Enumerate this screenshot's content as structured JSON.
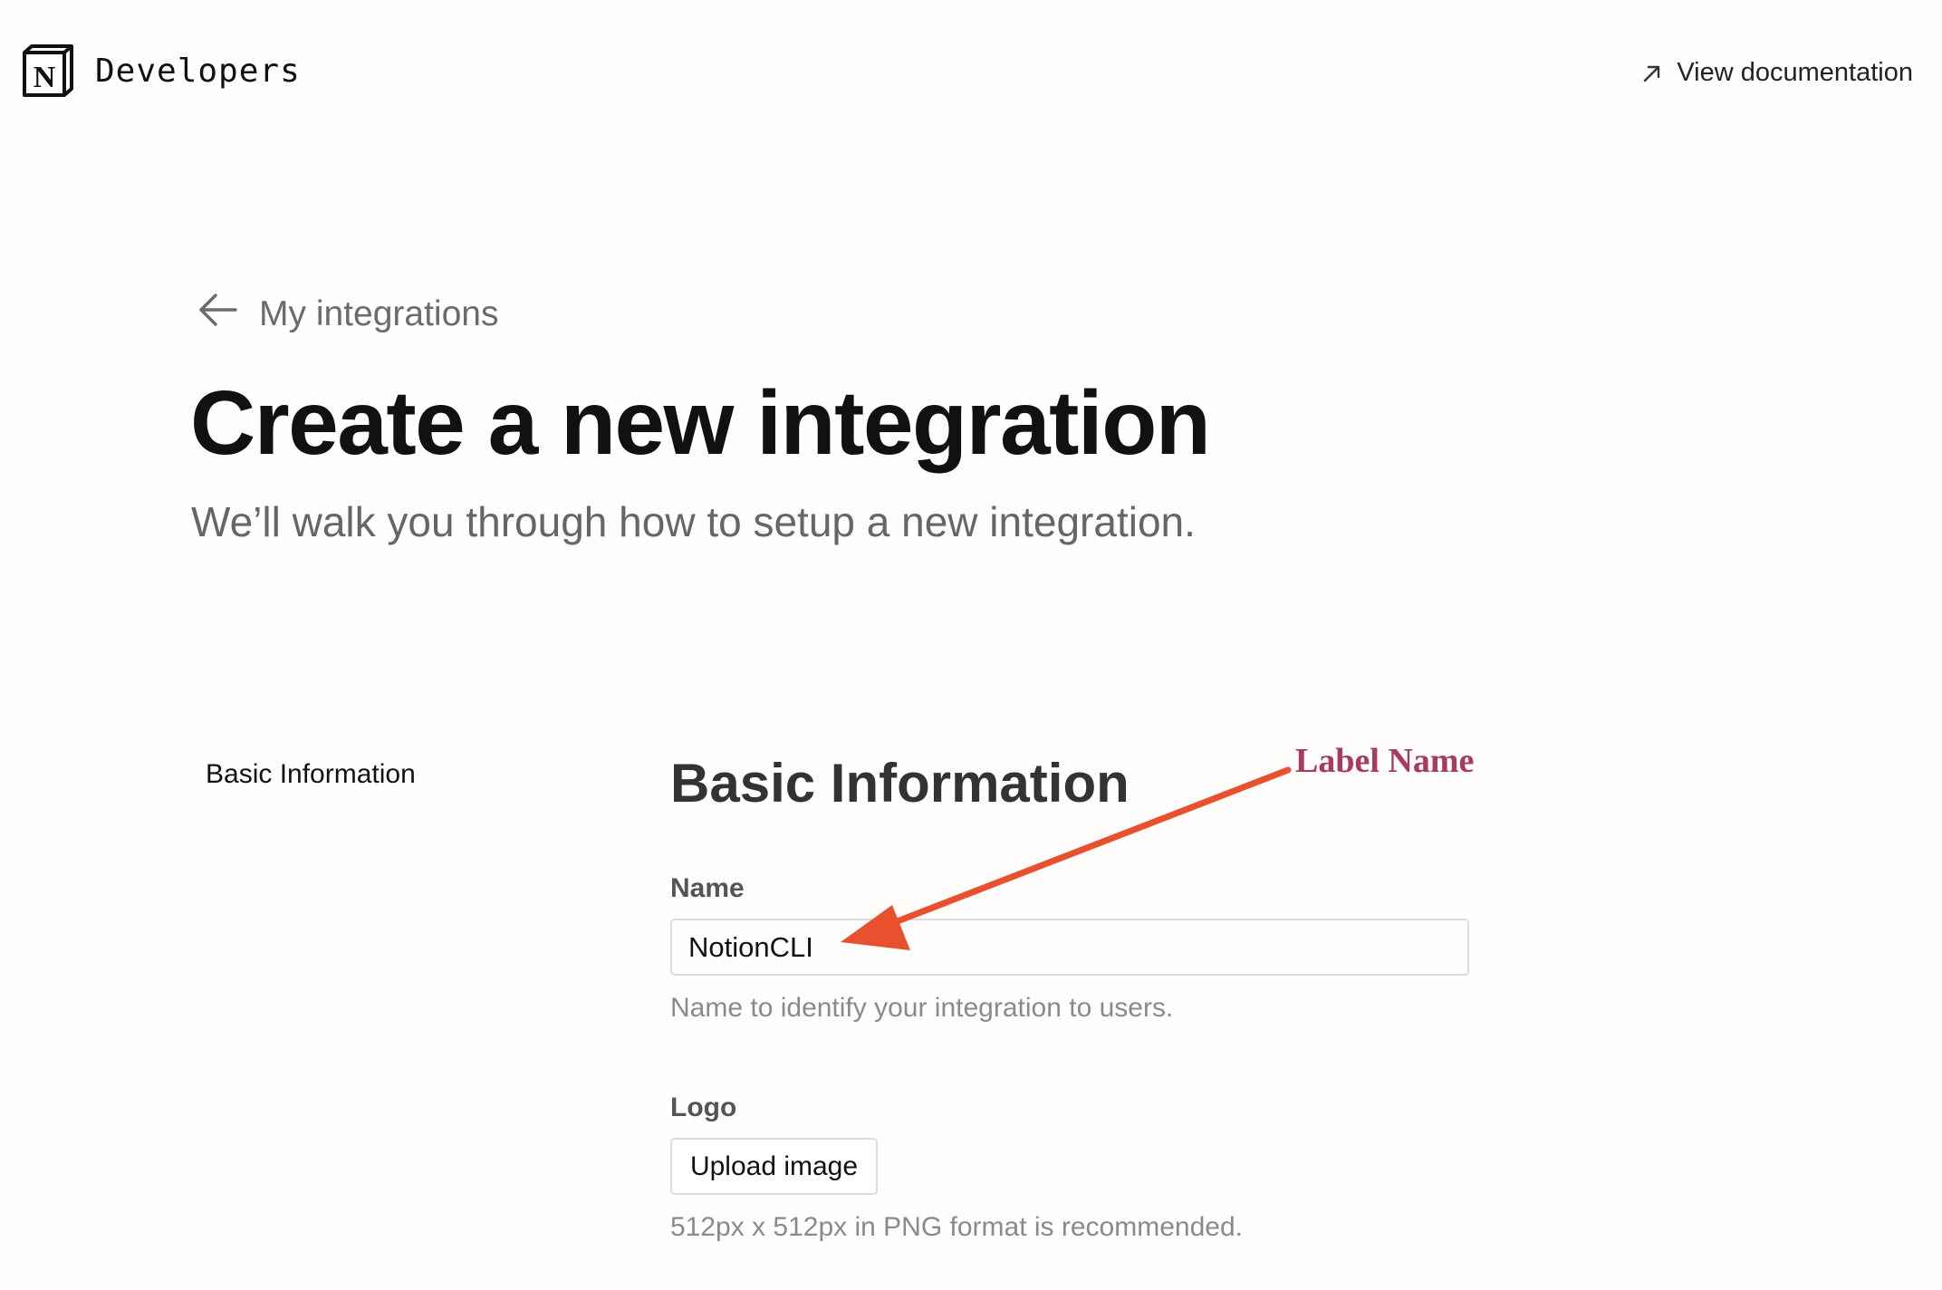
{
  "header": {
    "brand": "Developers",
    "logo_glyph": "N",
    "logo_icon": "notion-logo-icon",
    "view_docs_label": "View documentation",
    "view_docs_icon": "arrow-up-right-icon"
  },
  "hero": {
    "back_label": "My integrations",
    "back_icon": "arrow-left-icon",
    "title": "Create a new integration",
    "subtitle": "We’ll walk you through how to setup a new integration."
  },
  "side_nav": {
    "items": [
      {
        "label": "Basic Information"
      }
    ]
  },
  "form": {
    "section_title": "Basic Information",
    "name": {
      "label": "Name",
      "value": "NotionCLI",
      "help": "Name to identify your integration to users."
    },
    "logo": {
      "label": "Logo",
      "button_label": "Upload image",
      "help": "512px x 512px in PNG format is recommended."
    }
  },
  "annotation": {
    "label": "Label Name",
    "label_color": "#a83a5e",
    "arrow_color": "#e8502e"
  },
  "colors": {
    "background": "#fffefc",
    "text_primary": "#111111",
    "text_muted": "#8a8a8a",
    "border": "#dedcd8"
  }
}
